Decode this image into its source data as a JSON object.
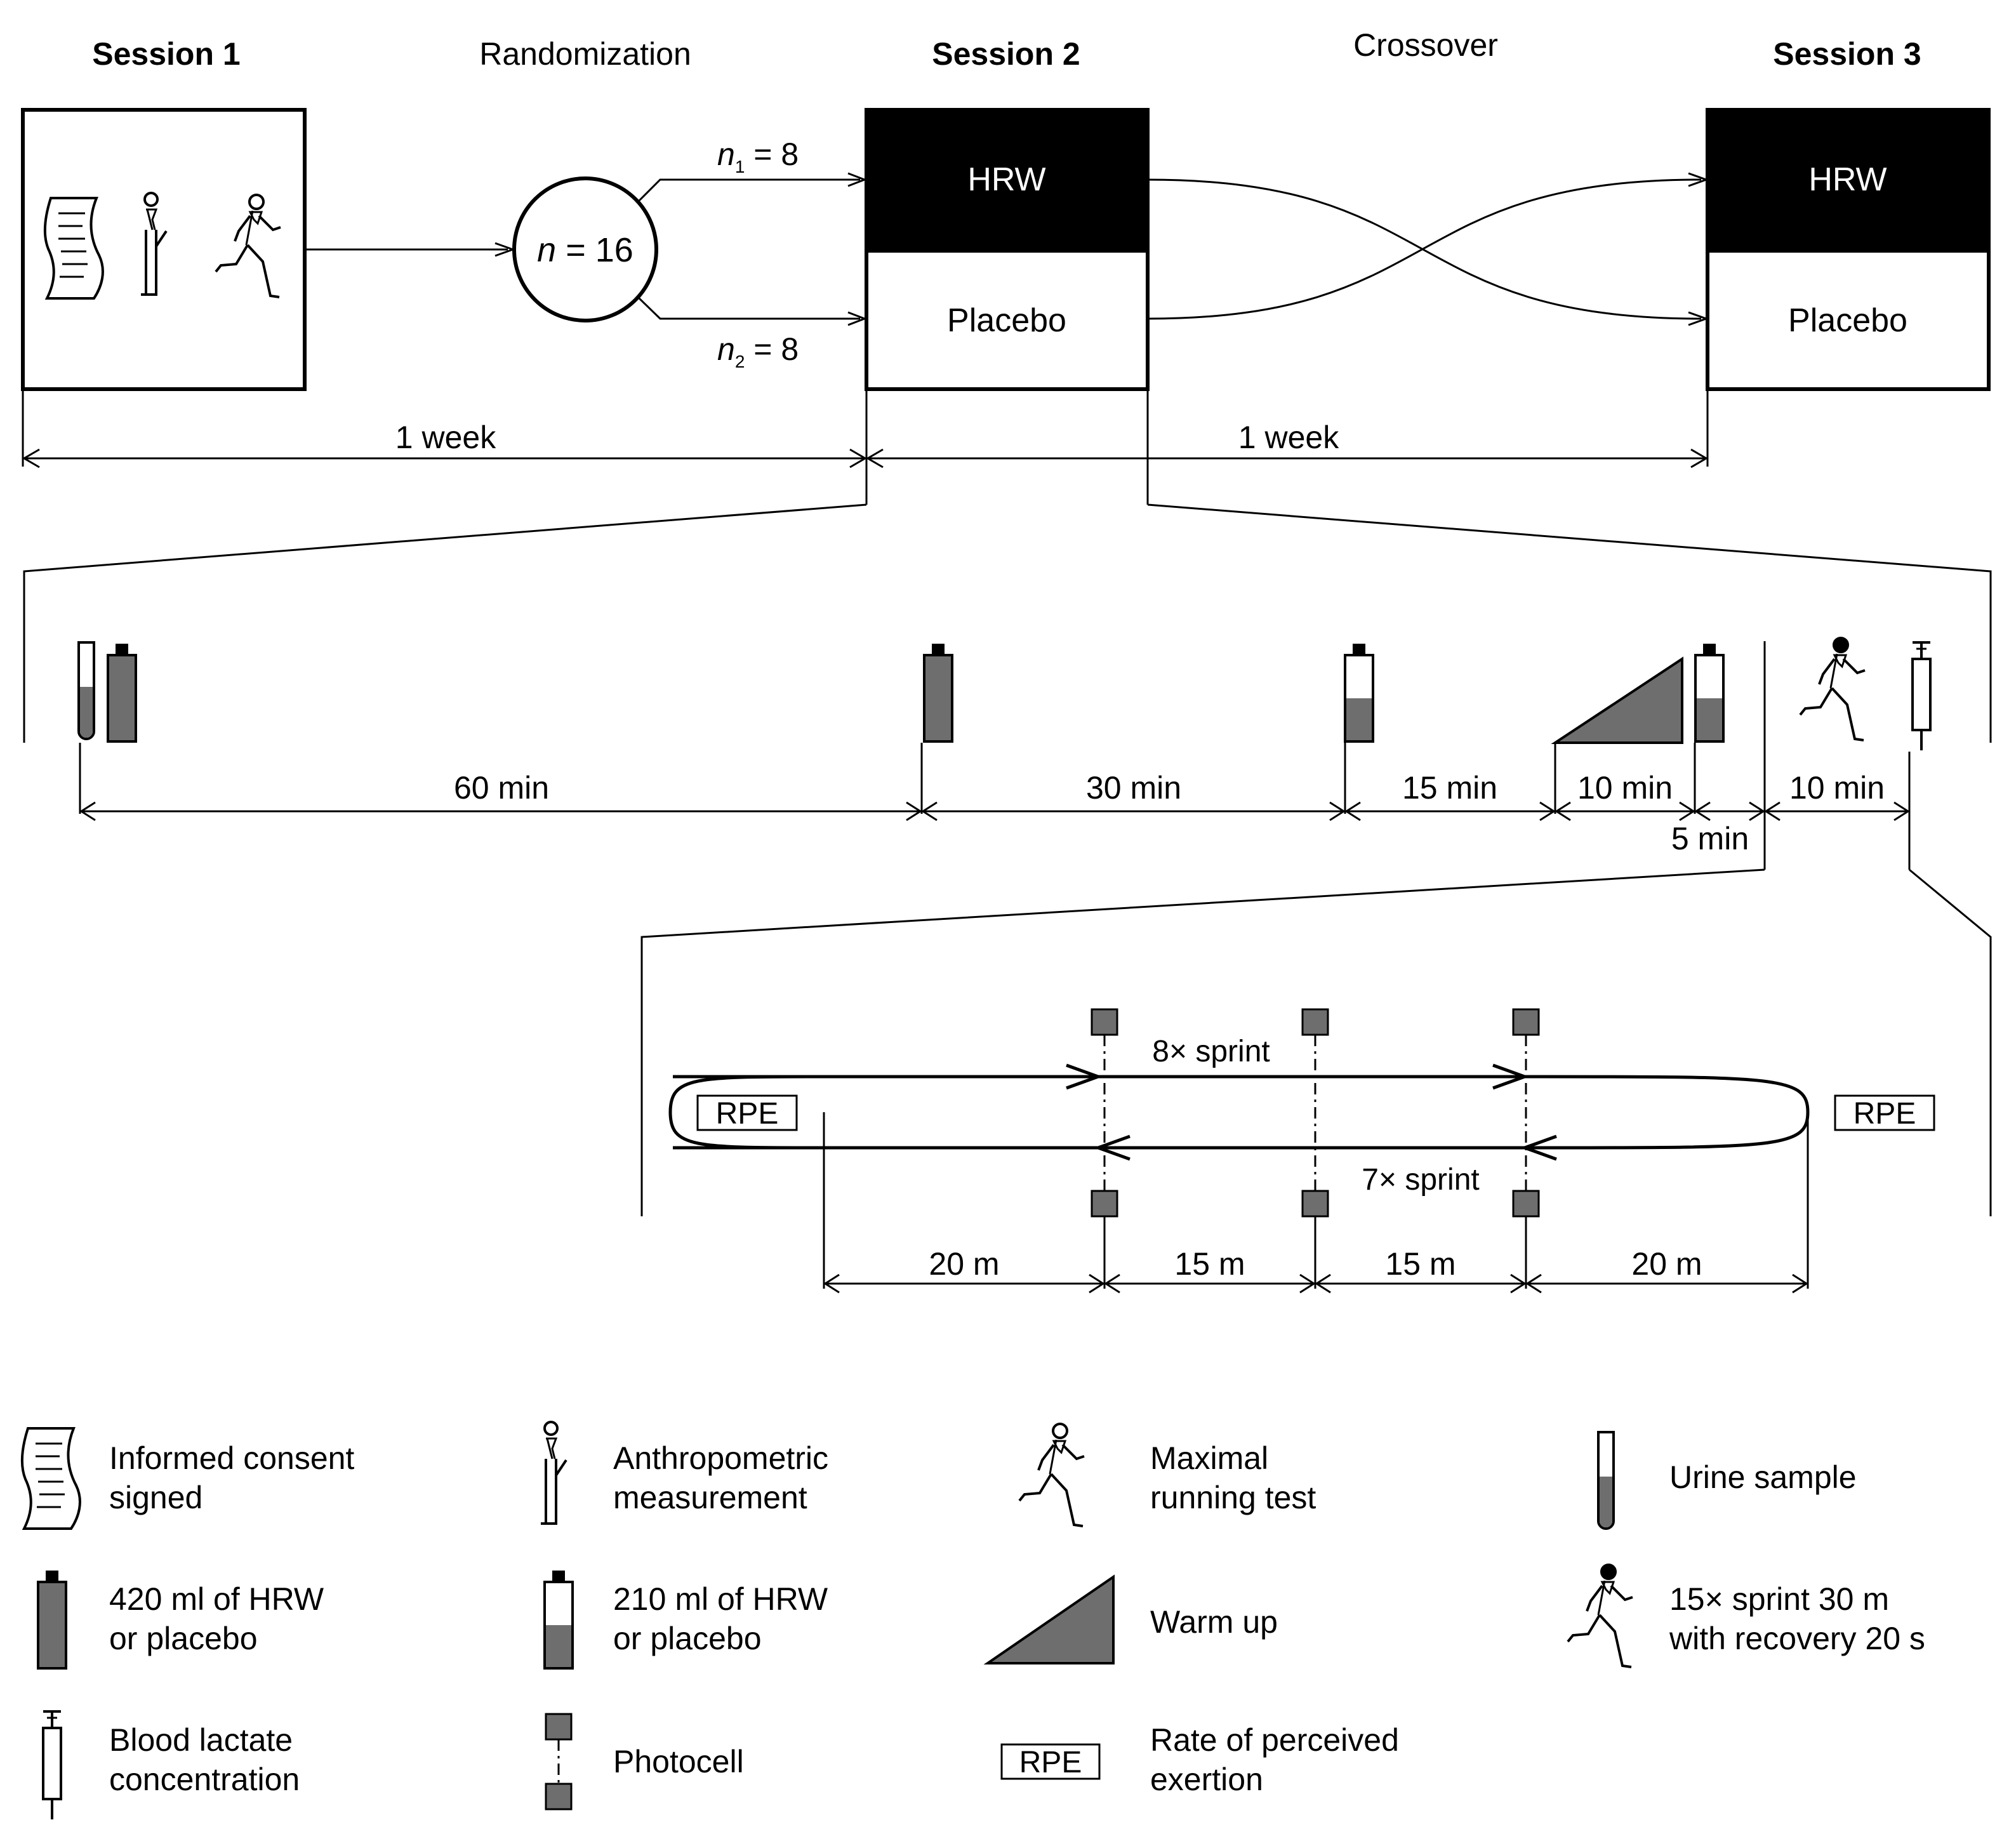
{
  "headers": {
    "session1": "Session 1",
    "randomization": "Randomization",
    "session2": "Session 2",
    "crossover": "Crossover",
    "session3": "Session 3"
  },
  "randomization": {
    "n_var": "n",
    "n_total": " = 16",
    "n1_sub": "1",
    "n1_val": " = 8",
    "n2_sub": "2",
    "n2_val": " = 8"
  },
  "session2": {
    "top_label": "HRW",
    "bottom_label": "Placebo"
  },
  "session3": {
    "top_label": "HRW",
    "bottom_label": "Placebo"
  },
  "durations": {
    "week1": "1 week",
    "week2": "1 week"
  },
  "timeline": {
    "t60": "60 min",
    "t30": "30 min",
    "t15": "15 min",
    "t10a": "10 min",
    "t5": "5 min",
    "t10b": "10 min"
  },
  "course": {
    "sprint_out": "8× sprint",
    "sprint_back": "7× sprint",
    "rpe": "RPE",
    "d1": "20 m",
    "d2": "15 m",
    "d3": "15 m",
    "d4": "20 m"
  },
  "legend": {
    "consent_l1": "Informed consent",
    "consent_l2": "signed",
    "anthro_l1": "Anthropometric",
    "anthro_l2": "measurement",
    "maxrun_l1": "Maximal",
    "maxrun_l2": "running test",
    "urine": "Urine sample",
    "b420_l1": "420 ml of HRW",
    "b420_l2": "or placebo",
    "b210_l1": "210 ml of HRW",
    "b210_l2": "or placebo",
    "warmup": "Warm up",
    "sprint_l1": "15× sprint 30 m",
    "sprint_l2": "with recovery 20 s",
    "lactate_l1": "Blood lactate",
    "lactate_l2": "concentration",
    "photocell": "Photocell",
    "rpe_box": "RPE",
    "rpe_l1": "Rate of perceived",
    "rpe_l2": "exertion"
  },
  "colors": {
    "fill_gray": "#6e6e6e",
    "ink": "#000000",
    "background": "#ffffff"
  }
}
